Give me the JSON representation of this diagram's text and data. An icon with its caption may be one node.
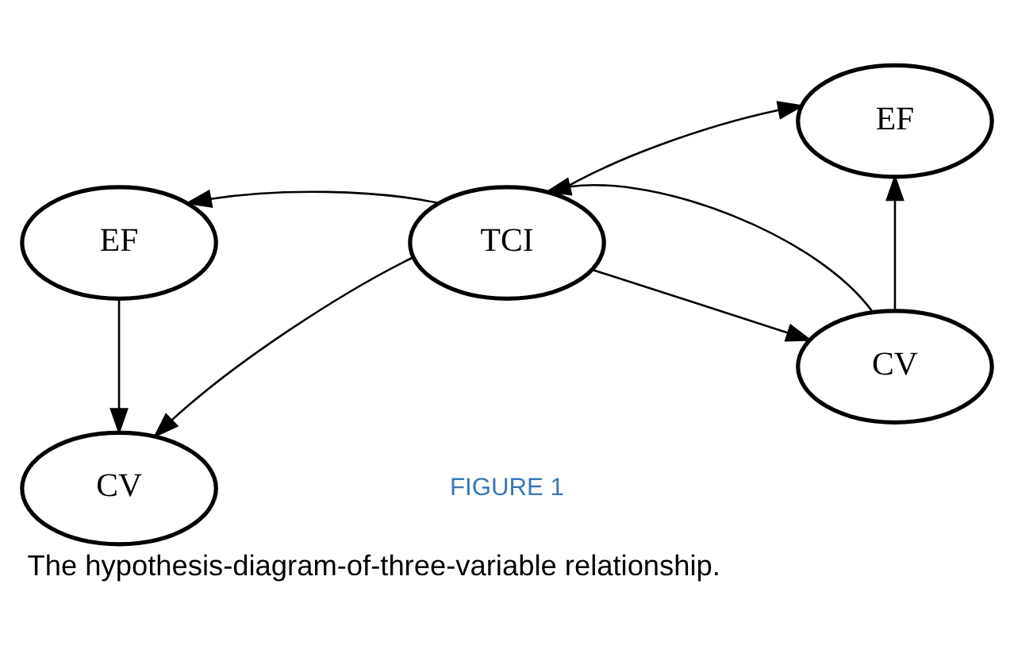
{
  "diagram": {
    "caption": "The hypothesis-diagram-of-three-variable relationship.",
    "nodes": [
      {
        "text": [
          "EF"
        ]
      },
      {
        "text": [
          "EF"
        ]
      },
      {
        "text": [
          "TCI"
        ]
      },
      {
        "text": [
          "CV"
        ]
      },
      {
        "text": [
          "CV"
        ]
      }
    ],
    "edges": [
      {
        "from": 2,
        "to": 0,
        "arrow": "to"
      },
      {
        "from": 2,
        "to": 1,
        "arrow": "to"
      },
      {
        "from": 2,
        "to": 3,
        "arrow": "to"
      },
      {
        "from": 2,
        "to": 4,
        "arrow": "to"
      },
      {
        "from": 4,
        "to": 2,
        "arrow": "to"
      },
      {
        "from": 0,
        "to": 3,
        "arrow": "to"
      },
      {
        "from": 4,
        "to": 1,
        "arrow": "to"
      }
    ],
    "labels": [
      "FIGURE 1"
    ]
  }
}
